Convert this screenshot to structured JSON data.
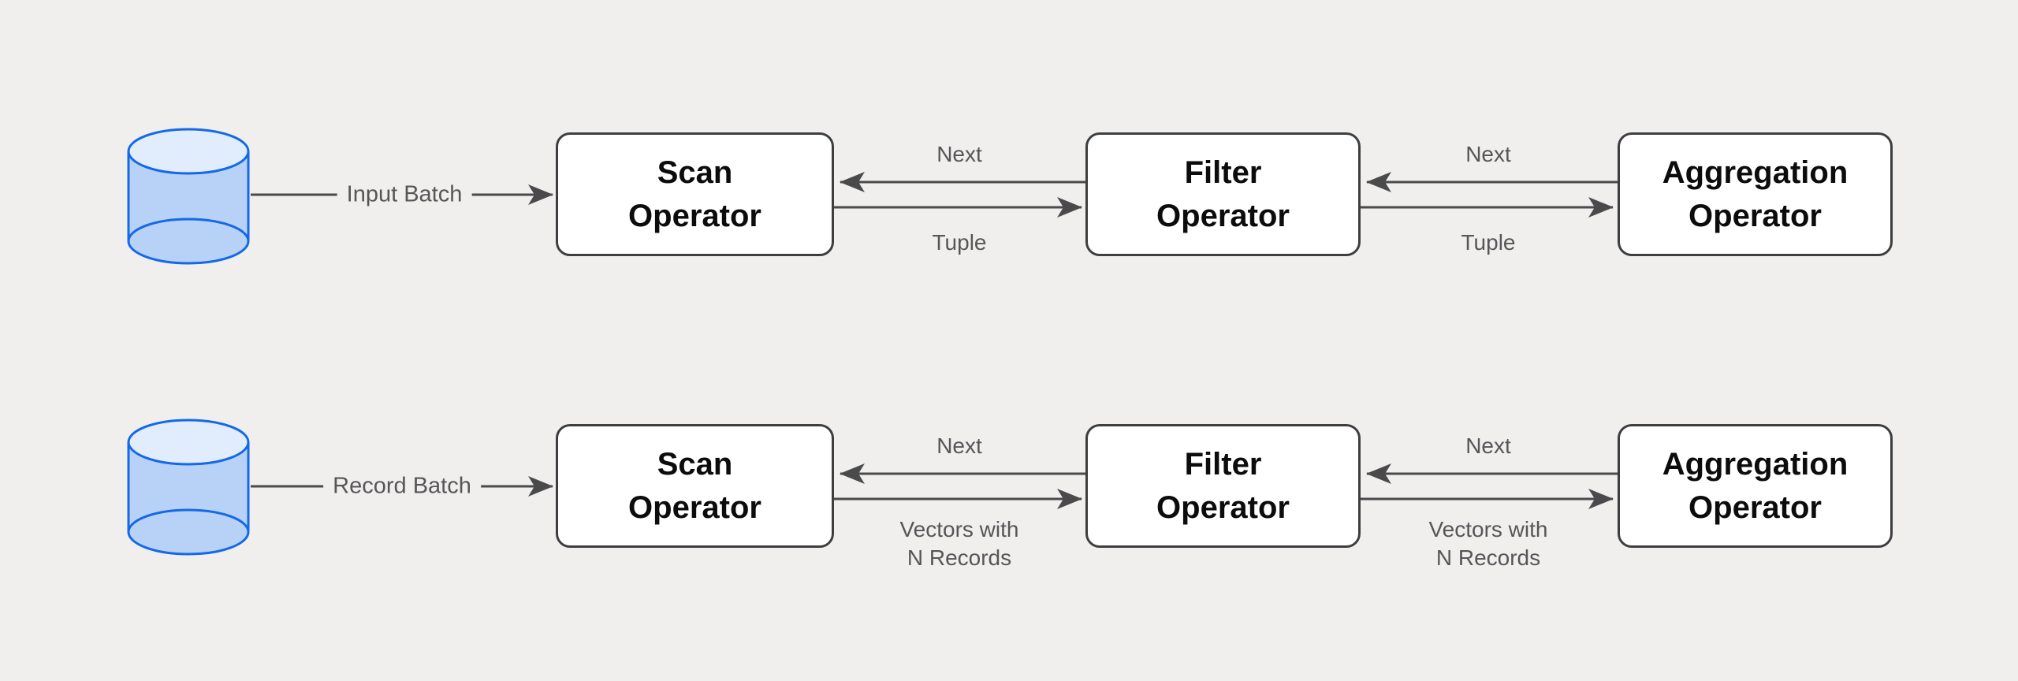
{
  "diagram": {
    "title": "operator-pipeline-comparison",
    "colors": {
      "background": "#f0efee",
      "box_fill": "#ffffff",
      "box_border": "#3e3e40",
      "box_text": "#0c0c0d",
      "arrow": "#4a4a4c",
      "label_text": "#565659",
      "db_stroke": "#1469e8",
      "db_body": "#b7d2f6",
      "db_top": "#e1ecfc"
    },
    "rows": [
      {
        "id": "tuple-at-a-time",
        "source": {
          "icon": "database-cylinder-icon",
          "arrow_label": "Input Batch"
        },
        "operators": [
          {
            "label_line1": "Scan",
            "label_line2": "Operator"
          },
          {
            "label_line1": "Filter",
            "label_line2": "Operator"
          },
          {
            "label_line1": "Aggregation",
            "label_line2": "Operator"
          }
        ],
        "links": [
          {
            "request_label": "Next",
            "response_label": "Tuple"
          },
          {
            "request_label": "Next",
            "response_label": "Tuple"
          }
        ]
      },
      {
        "id": "vectorized",
        "source": {
          "icon": "database-cylinder-icon",
          "arrow_label": "Record Batch"
        },
        "operators": [
          {
            "label_line1": "Scan",
            "label_line2": "Operator"
          },
          {
            "label_line1": "Filter",
            "label_line2": "Operator"
          },
          {
            "label_line1": "Aggregation",
            "label_line2": "Operator"
          }
        ],
        "links": [
          {
            "request_label": "Next",
            "response_label": "Vectors with\nN Records"
          },
          {
            "request_label": "Next",
            "response_label": "Vectors with\nN Records"
          }
        ]
      }
    ]
  }
}
